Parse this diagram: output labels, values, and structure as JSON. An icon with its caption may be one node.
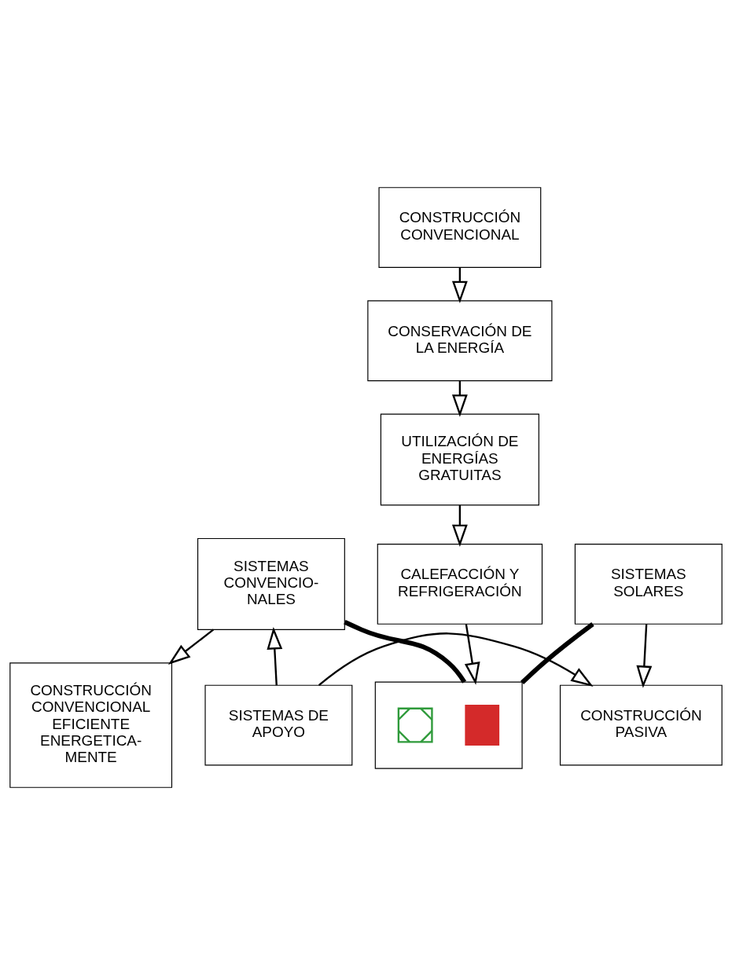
{
  "diagram": {
    "nodes": [
      {
        "text": [
          "CONSTRUCCIÓN CONVENCIONAL"
        ]
      },
      {
        "text": [
          "CONSERVACIÓN DE LA ENERGÍA"
        ]
      },
      {
        "text": [
          "UTILIZACIÓN DE ENERGÍAS GRATUITAS"
        ]
      },
      {
        "text": [
          "CALEFACCIÓN Y REFRIGERACIÓN"
        ]
      },
      {
        "text": [
          "SISTEMAS CONVENCIO- NALES"
        ]
      },
      {
        "text": [],
        "shape": "box"
      },
      {
        "text": [],
        "shape": "cross",
        "in": 5
      },
      {
        "text": [],
        "shape": "check",
        "in": 5
      },
      {
        "text": [
          "SISTEMAS SOLARES"
        ]
      },
      {
        "text": [
          "CONSTRUCCIÓN CONVENCIONAL EFICIENTE ENERGETICA- MENTE"
        ]
      },
      {
        "text": [
          "SISTEMAS DE APOYO"
        ]
      },
      {
        "text": [
          "CONSTRUCCIÓN PASIVA"
        ]
      }
    ],
    "edges": [
      {
        "from": 0,
        "to": 1,
        "arrow": "to"
      },
      {
        "from": 1,
        "to": 2,
        "arrow": "to"
      },
      {
        "from": 2,
        "to": 3,
        "arrow": "to"
      },
      {
        "from": 3,
        "to": 5,
        "arrow": "to"
      },
      {
        "from": 4,
        "to": 5,
        "arrow": "none",
        "style": "thick"
      },
      {
        "from": 5,
        "to": 8,
        "arrow": "none",
        "style": "thick"
      },
      {
        "from": 4,
        "to": 9,
        "arrow": "to"
      },
      {
        "from": 8,
        "to": 11,
        "arrow": "to"
      },
      {
        "from": 10,
        "to": 4,
        "arrow": "to"
      },
      {
        "from": 10,
        "to": 11,
        "arrow": "to"
      }
    ]
  }
}
